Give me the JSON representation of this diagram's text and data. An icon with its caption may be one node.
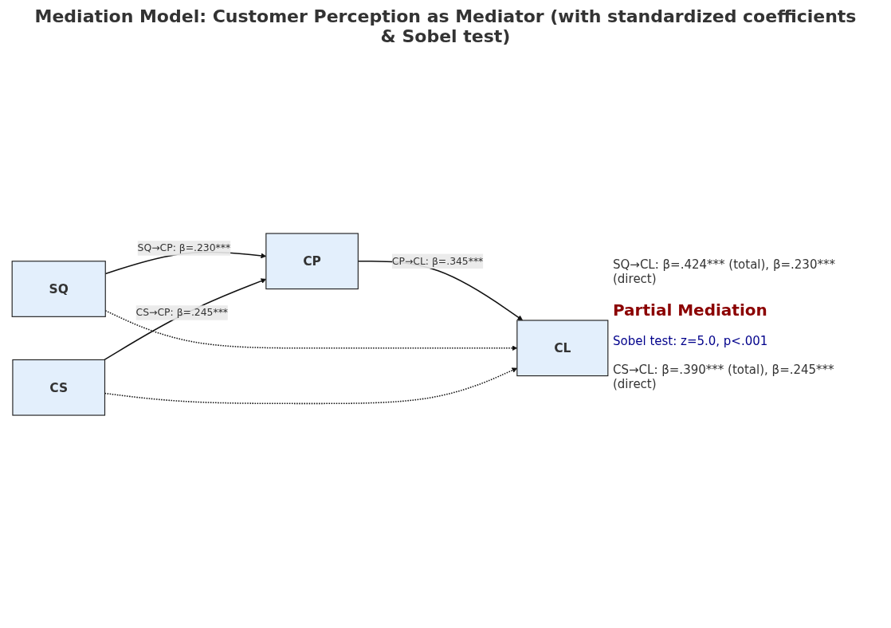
{
  "diagram": {
    "title": "Mediation Model: Customer Perception as Mediator (with standardized coefficients & Sobel test)",
    "nodes": [
      {
        "text": [
          "SQ"
        ]
      },
      {
        "text": [
          "CP"
        ]
      },
      {
        "text": [
          "CL"
        ]
      },
      {
        "text": [
          "CS"
        ]
      }
    ],
    "edges": [
      {
        "from": 0,
        "to": 1,
        "arrow": "to",
        "label": "SQ→CP: β=.230***"
      },
      {
        "from": 3,
        "to": 1,
        "arrow": "to",
        "label": "CS→CP: β=.245***"
      },
      {
        "from": 1,
        "to": 2,
        "arrow": "to",
        "label": "CP→CL: β=.345***"
      },
      {
        "from": 0,
        "to": 2,
        "arrow": "to",
        "style": "dashed"
      },
      {
        "from": 3,
        "to": 2,
        "arrow": "to",
        "style": "dashed"
      }
    ],
    "labels": [
      "SQ→CL: β=.424*** (total), β=.230*** (direct)",
      "Partial Mediation",
      "Sobel test: z=5.0, p<.001",
      "CS→CL: β=.390*** (total), β=.245*** (direct)"
    ]
  }
}
